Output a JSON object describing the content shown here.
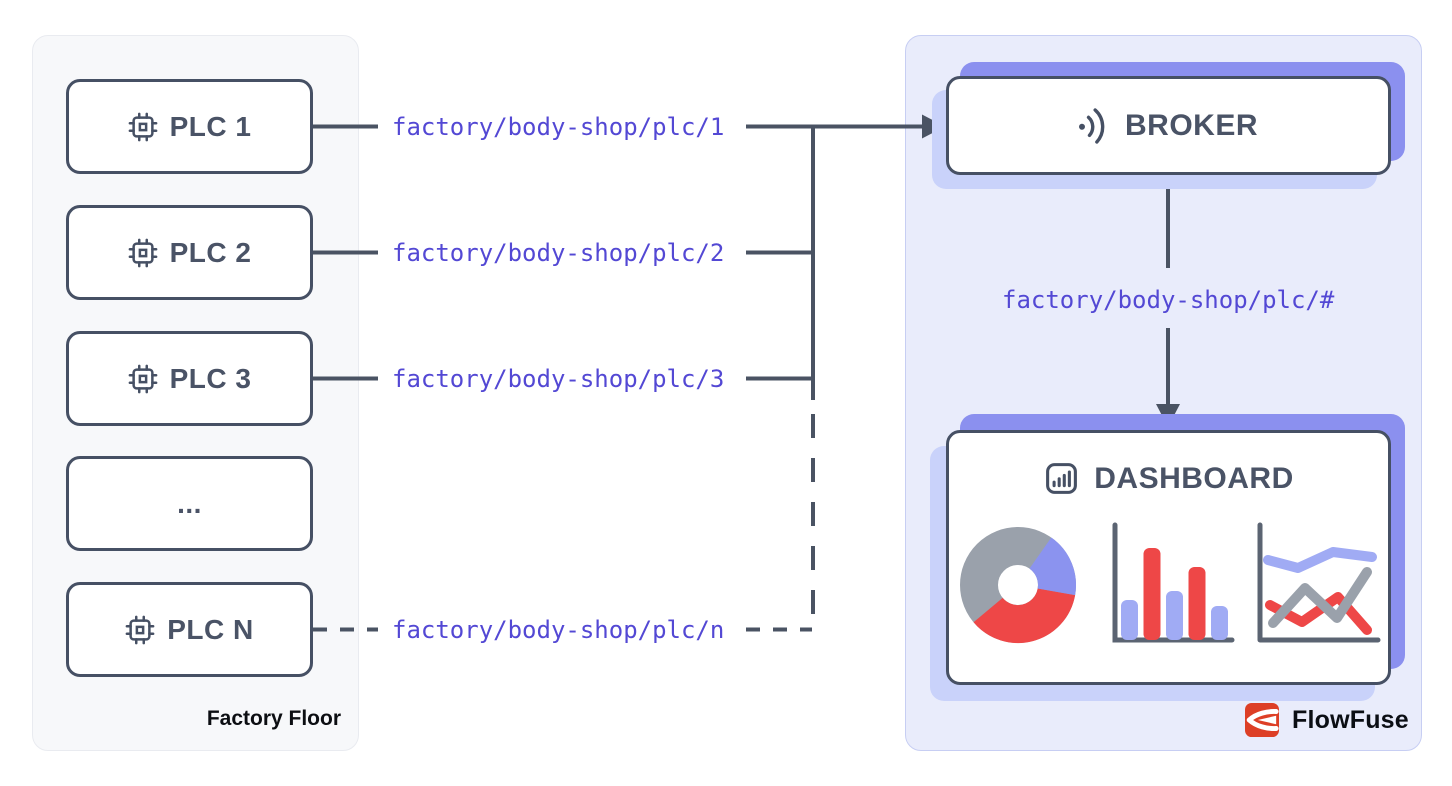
{
  "factory": {
    "label": "Factory Floor",
    "plcs": [
      {
        "label": "PLC 1"
      },
      {
        "label": "PLC 2"
      },
      {
        "label": "PLC 3"
      },
      {
        "label": "..."
      },
      {
        "label": "PLC N"
      }
    ]
  },
  "topics": {
    "plc1": "factory/body-shop/plc/1",
    "plc2": "factory/body-shop/plc/2",
    "plc3": "factory/body-shop/plc/3",
    "plcn": "factory/body-shop/plc/n",
    "wildcard": "factory/body-shop/plc/#"
  },
  "broker": {
    "label": "BROKER"
  },
  "dashboard": {
    "label": "DASHBOARD"
  },
  "brand": {
    "label": "FlowFuse"
  },
  "colors": {
    "node_border_slate": "#465064",
    "connector_line": "#4a5363",
    "topic_indigo": "#5348d4",
    "factory_panel_bg": "#f7f8fa",
    "cloud_panel_bg": "#e9ecfb",
    "cloud_panel_border": "#c7cef3",
    "accent_purple_strong": "#8b90ef",
    "accent_purple_light": "#c9d2fa",
    "chart_red": "#ee4747",
    "chart_gray": "#9aa1ab",
    "chart_periwinkle": "#a0abf4",
    "flowfuse_red": "#dd3f26"
  }
}
